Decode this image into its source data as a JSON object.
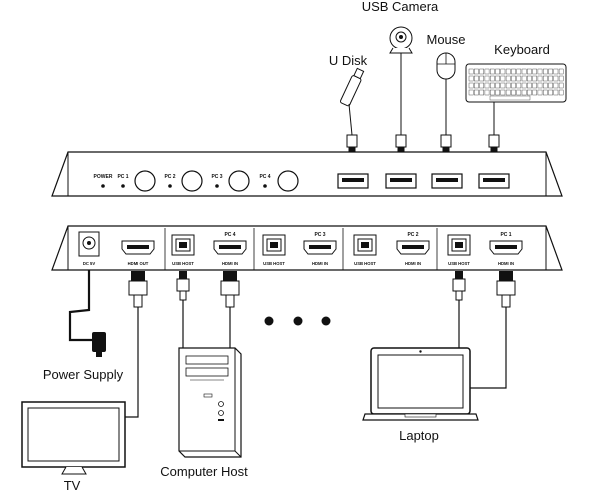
{
  "devices": {
    "usb_camera": "USB Camera",
    "mouse": "Mouse",
    "u_disk": "U Disk",
    "keyboard": "Keyboard",
    "power_supply": "Power Supply",
    "tv": "TV",
    "computer_host": "Computer Host",
    "laptop": "Laptop"
  },
  "front_panel": {
    "power": "POWER",
    "pc1": "PC 1",
    "pc2": "PC 2",
    "pc3": "PC 3",
    "pc4": "PC 4"
  },
  "rear_panel": {
    "dc": "DC 5V",
    "hdmi_out": "HDMI OUT",
    "usb_host": "USB HOST",
    "hdmi_in": "HDMI IN",
    "pc4": "PC 4",
    "pc3": "PC 3",
    "pc2": "PC 2",
    "pc1": "PC 1"
  }
}
